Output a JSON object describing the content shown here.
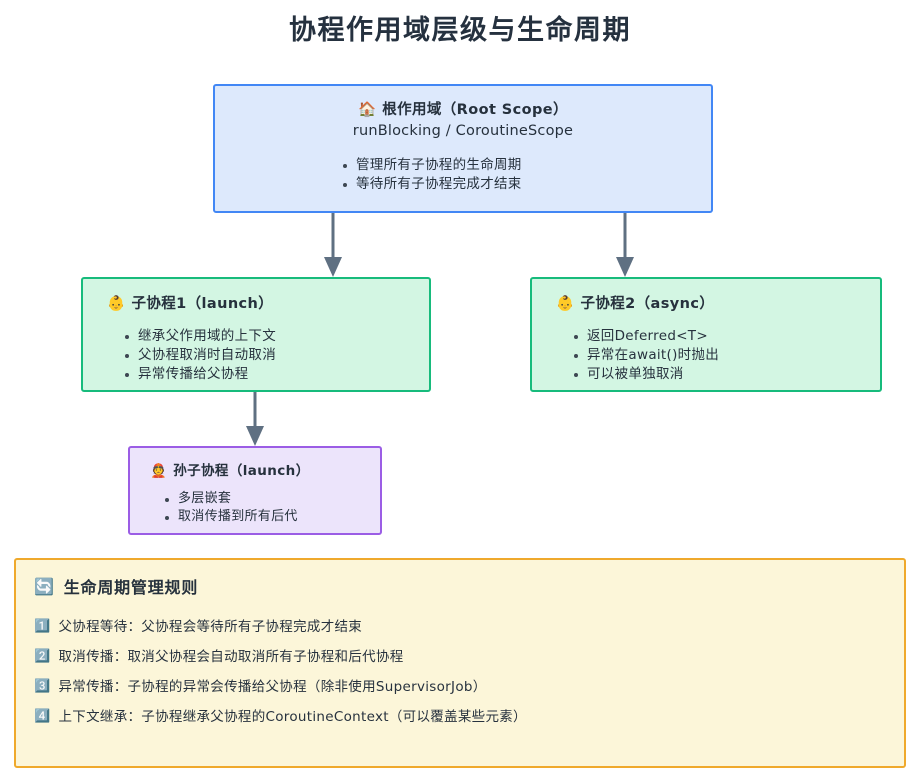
{
  "title": "协程作用域层级与生命周期",
  "root_scope": {
    "emoji": "🏠",
    "emoji_name": "house-icon",
    "title": "根作用域（Root Scope）",
    "subtitle": "runBlocking / CoroutineScope",
    "bullets": [
      "管理所有子协程的生命周期",
      "等待所有子协程完成才结束"
    ],
    "fill": "#dde9fc",
    "border": "#4287f5"
  },
  "child_1": {
    "emoji": "👶",
    "emoji_name": "baby-icon",
    "title": "子协程1（launch）",
    "bullets": [
      "继承父作用域的上下文",
      "父协程取消时自动取消",
      "异常传播给父协程"
    ],
    "fill": "#d3f6e3",
    "border": "#17bb7c"
  },
  "child_2": {
    "emoji": "👶",
    "emoji_name": "baby-icon",
    "title": "子协程2（async）",
    "bullets": [
      "返回Deferred<T>",
      "异常在await()时抛出",
      "可以被单独取消"
    ],
    "fill": "#d3f6e3",
    "border": "#17bb7c"
  },
  "grandchild": {
    "emoji": "👲",
    "emoji_name": "person-with-cap-icon",
    "title": "孙子协程（launch）",
    "bullets": [
      "多层嵌套",
      "取消传播到所有后代"
    ],
    "fill": "#ece4fb",
    "border": "#9b5de5"
  },
  "arrows": {
    "color": "#5f7082",
    "items": [
      {
        "name": "arrow-root-to-child1"
      },
      {
        "name": "arrow-root-to-child2"
      },
      {
        "name": "arrow-child1-to-grandchild"
      }
    ]
  },
  "legend": {
    "emoji": "🔄",
    "emoji_name": "refresh-cycle-icon",
    "title": "生命周期管理规则",
    "fill": "#fcf6d9",
    "border": "#efa92c",
    "rules": [
      {
        "num": "1️⃣",
        "text": "父协程等待：父协程会等待所有子协程完成才结束"
      },
      {
        "num": "2️⃣",
        "text": "取消传播：取消父协程会自动取消所有子协程和后代协程"
      },
      {
        "num": "3️⃣",
        "text": "异常传播：子协程的异常会传播给父协程（除非使用SupervisorJob）"
      },
      {
        "num": "4️⃣",
        "text": "上下文继承：子协程继承父协程的CoroutineContext（可以覆盖某些元素）"
      }
    ]
  }
}
